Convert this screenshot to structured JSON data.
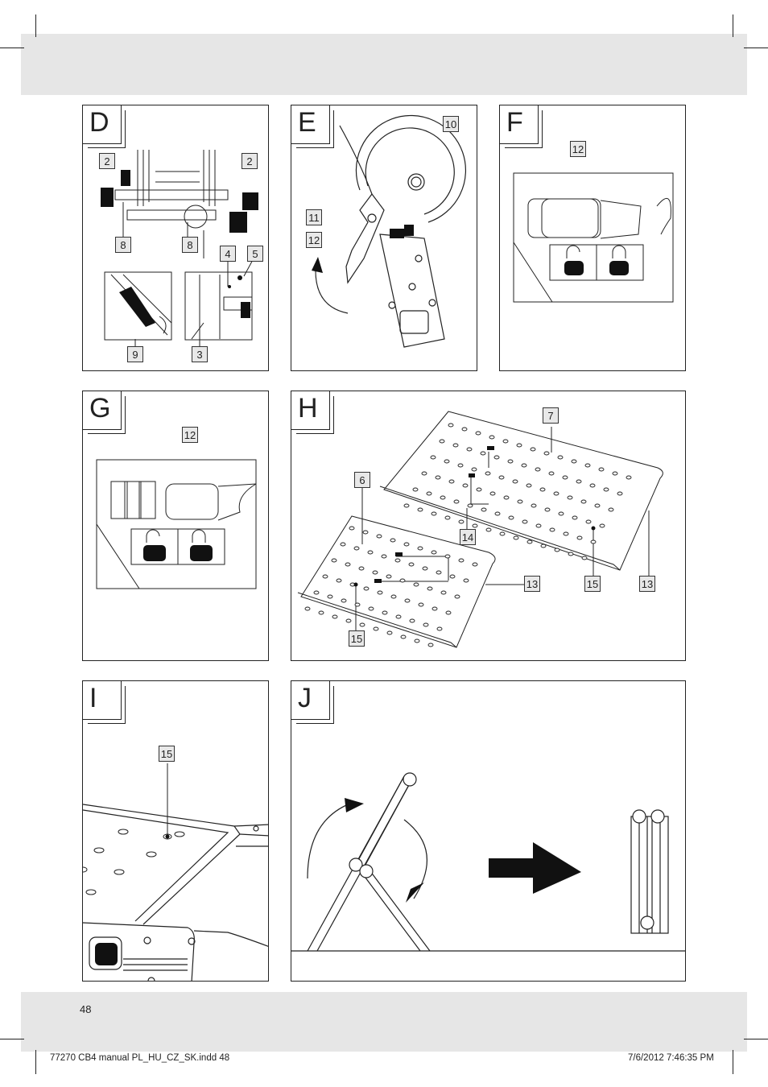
{
  "page_number": "48",
  "footer": {
    "file": "77270 CB4 manual PL_HU_CZ_SK.indd   48",
    "timestamp": "7/6/2012   7:46:35 PM"
  },
  "panels": {
    "D": {
      "letter": "D",
      "tags": [
        "2",
        "2",
        "8",
        "8",
        "4",
        "5",
        "9",
        "3"
      ]
    },
    "E": {
      "letter": "E",
      "tags": [
        "10",
        "11",
        "12"
      ]
    },
    "F": {
      "letter": "F",
      "tags": [
        "12"
      ]
    },
    "G": {
      "letter": "G",
      "tags": [
        "12"
      ]
    },
    "H": {
      "letter": "H",
      "tags": [
        "7",
        "6",
        "14",
        "13",
        "15",
        "13",
        "15"
      ]
    },
    "I": {
      "letter": "I",
      "tags": [
        "15"
      ]
    },
    "J": {
      "letter": "J"
    }
  }
}
